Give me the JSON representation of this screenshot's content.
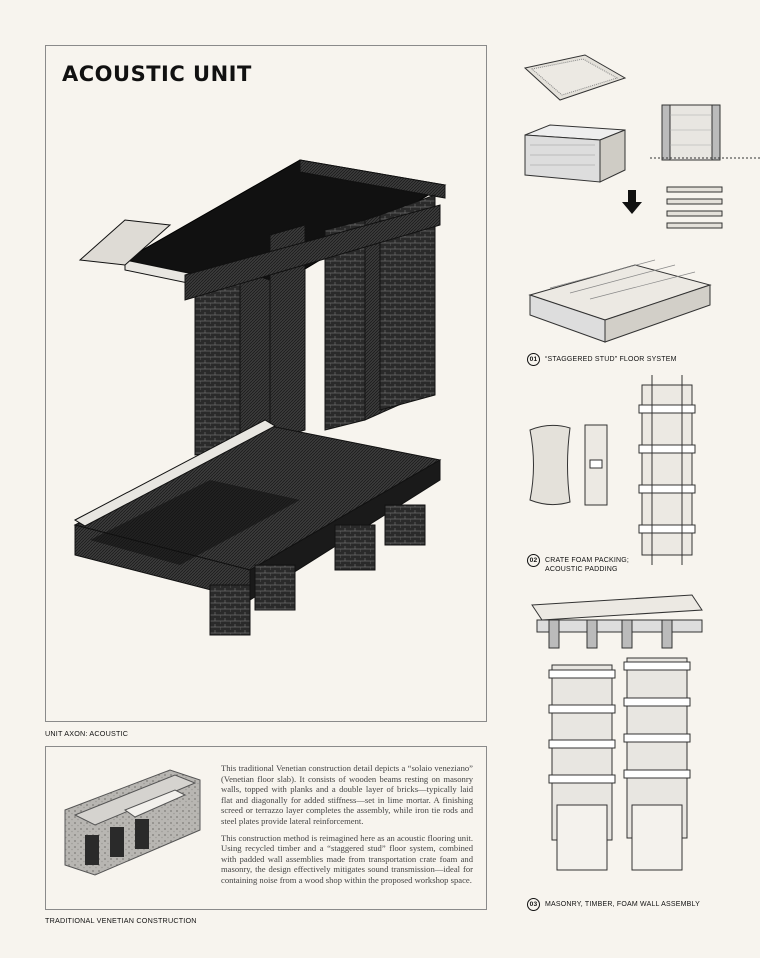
{
  "title": "ACOUSTIC UNIT",
  "captions": {
    "axon": "UNIT AXON: ACOUSTIC",
    "traditional": "TRADITIONAL VENETIAN CONSTRUCTION"
  },
  "description": {
    "p1": "This traditional Venetian construction detail depicts a “solaio veneziano” (Venetian floor slab). It consists of wooden beams resting on masonry walls, topped with planks and a double layer of bricks—typically laid flat and diagonally for added stiffness—set in lime mortar. A finishing screed or terrazzo layer completes the assembly, while iron tie rods and steel plates provide lateral reinforcement.",
    "p2": "This construction method is reimagined here as an acoustic flooring unit. Using recycled timber and a “staggered stud” floor system, combined with padded wall assemblies made from transportation crate foam and masonry, the design effectively mitigates sound transmission—ideal for containing noise from a wood shop within the proposed workshop space."
  },
  "steps": [
    {
      "num": "01",
      "label": "“STAGGERED STUD” FLOOR SYSTEM"
    },
    {
      "num": "02",
      "label": "CRATE FOAM PACKING;",
      "label2": "ACOUSTIC PADDING"
    },
    {
      "num": "03",
      "label": "MASONRY, TIMBER, FOAM WALL ASSEMBLY"
    }
  ]
}
